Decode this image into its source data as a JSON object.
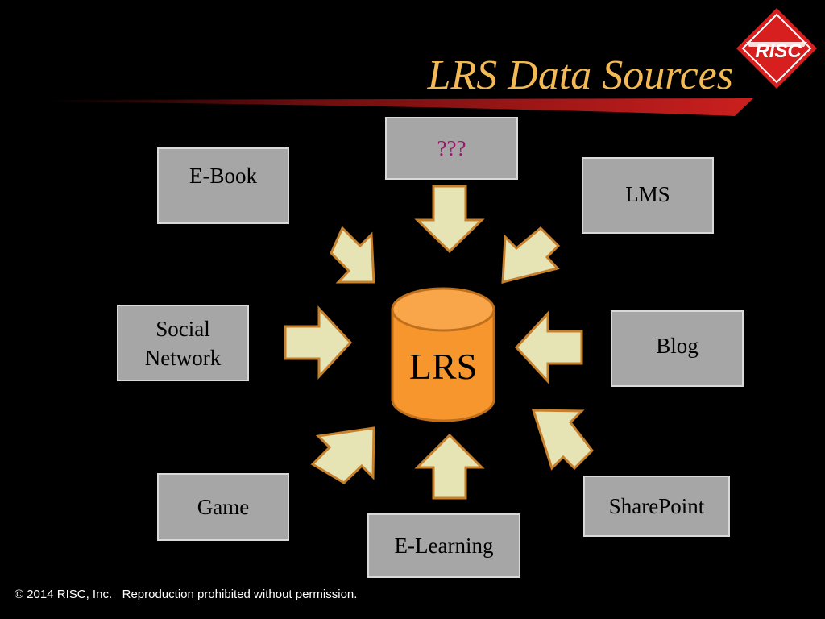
{
  "slide": {
    "title": "LRS Data Sources",
    "logo_text": "RISC",
    "footer": "© 2014 RISC, Inc.   Reproduction prohibited without permission."
  },
  "center": {
    "label": "LRS",
    "fill": "#f7962d",
    "stroke": "#c0701c"
  },
  "sources": {
    "unknown": "???",
    "ebook": "E-Book",
    "lms": "LMS",
    "social_line1": "Social",
    "social_line2": "Network",
    "blog": "Blog",
    "game": "Game",
    "elearning": "E-Learning",
    "sharepoint": "SharePoint"
  },
  "colors": {
    "background": "#000000",
    "title": "#f2b955",
    "box_fill": "#a6a6a6",
    "box_border": "#d9d9d9",
    "arrow_fill": "#e6e3b5",
    "arrow_stroke": "#c7802c",
    "accent_red": "#cc1f1f",
    "unknown_text": "#a0146e"
  }
}
